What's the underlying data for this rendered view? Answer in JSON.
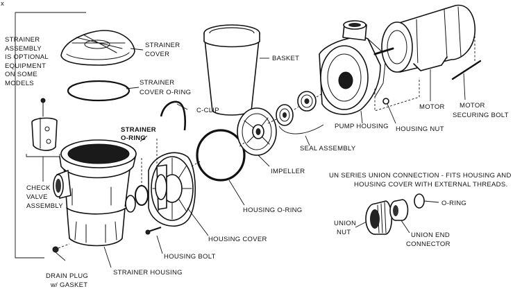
{
  "corner_mark": "x",
  "note": {
    "lines": [
      "STRAINER",
      "ASSEMBLY",
      "IS OPTIONAL",
      "EQUIPMENT",
      "ON SOME",
      "MODELS"
    ]
  },
  "labels": {
    "strainer_cover": [
      "STRAINER",
      "COVER"
    ],
    "strainer_cover_oring": [
      "STRAINER",
      "COVER O-RING"
    ],
    "basket": "BASKET",
    "c_clip": "C-CLIP",
    "strainer_oring": [
      "STRAINER",
      "O-RING"
    ],
    "check_valve": [
      "CHECK",
      "VALVE",
      "ASSEMBLY"
    ],
    "pump_housing": "PUMP HOUSING",
    "housing_nut": "HOUSING NUT",
    "motor": "MOTOR",
    "motor_bolt": [
      "MOTOR",
      "SECURING BOLT"
    ],
    "seal_assembly": "SEAL ASSEMBLY",
    "impeller": "IMPELLER",
    "housing_oring": "HOUSING O-RING",
    "housing_cover": "HOUSING COVER",
    "housing_bolt": "HOUSING BOLT",
    "strainer_housing": "STRAINER HOUSING",
    "drain_plug": [
      "DRAIN PLUG",
      "w/ GASKET"
    ],
    "union_note": [
      "UN SERIES UNION CONNECTION - FITS HOUSING AND",
      "HOUSING COVER WITH EXTERNAL THREADS."
    ],
    "union_oring": "O-RING",
    "union_nut": [
      "UNION",
      "NUT"
    ],
    "union_end": [
      "UNION END",
      "CONNECTOR"
    ]
  }
}
